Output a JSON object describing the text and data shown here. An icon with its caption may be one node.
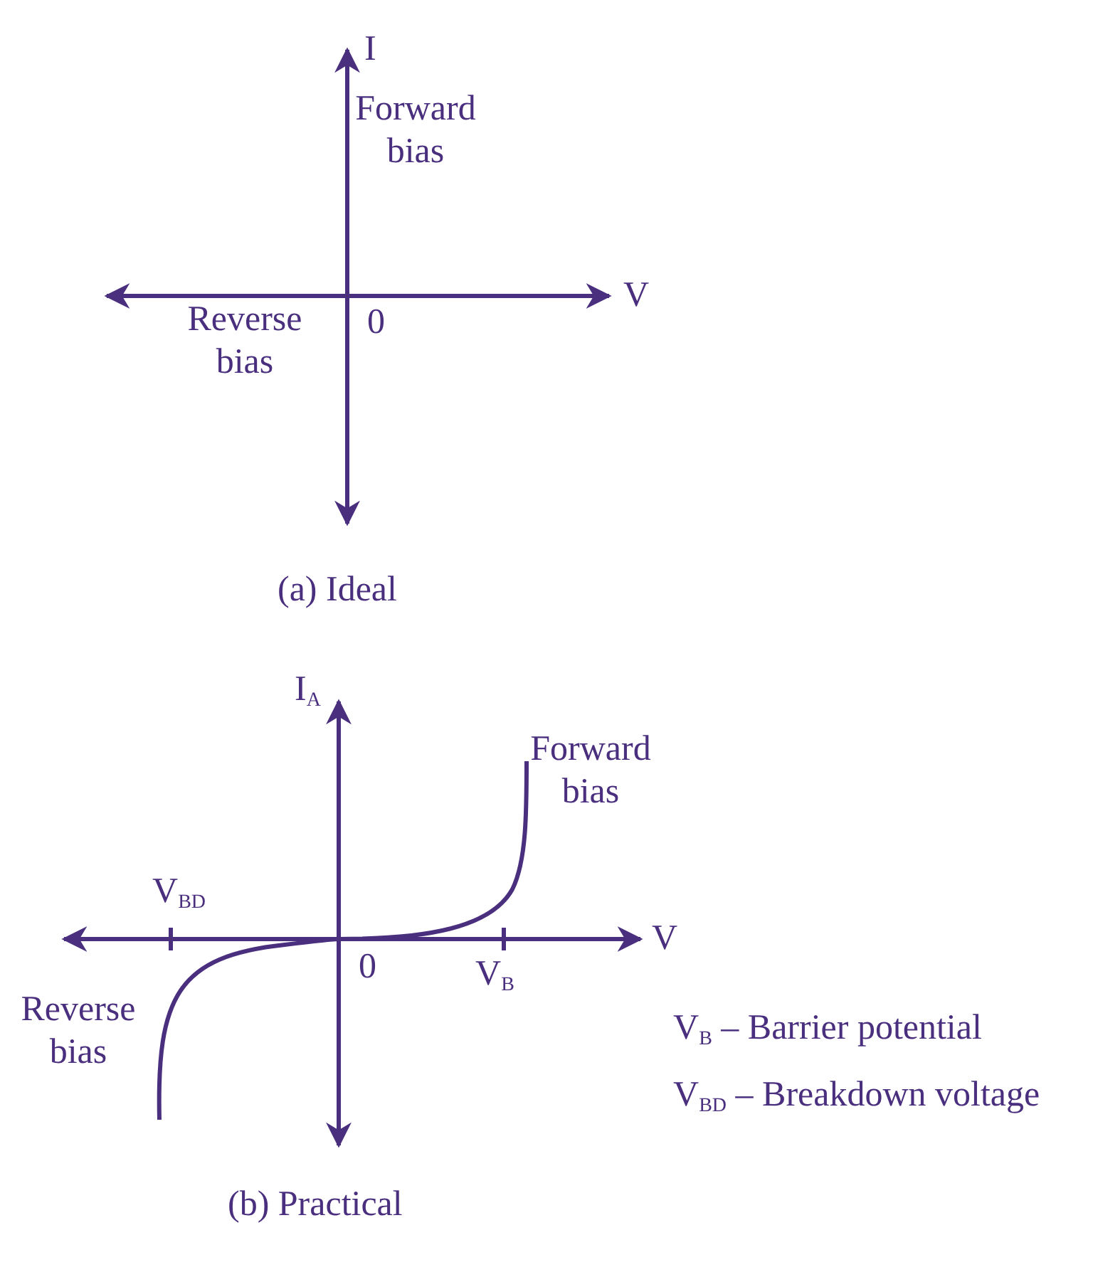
{
  "diagram": {
    "labels": [
      "I",
      "Forward bias",
      "V",
      "Reverse bias",
      "0",
      "(a) Ideal",
      "I$_{A}$",
      "Forward bias",
      "V$_{BD}$",
      "V",
      "0",
      "V$_{B}$",
      "Reverse bias",
      "V$_{B}$ – Barrier potential",
      "V$_{BD}$ – Breakdown voltage",
      "(b) Practical"
    ]
  }
}
